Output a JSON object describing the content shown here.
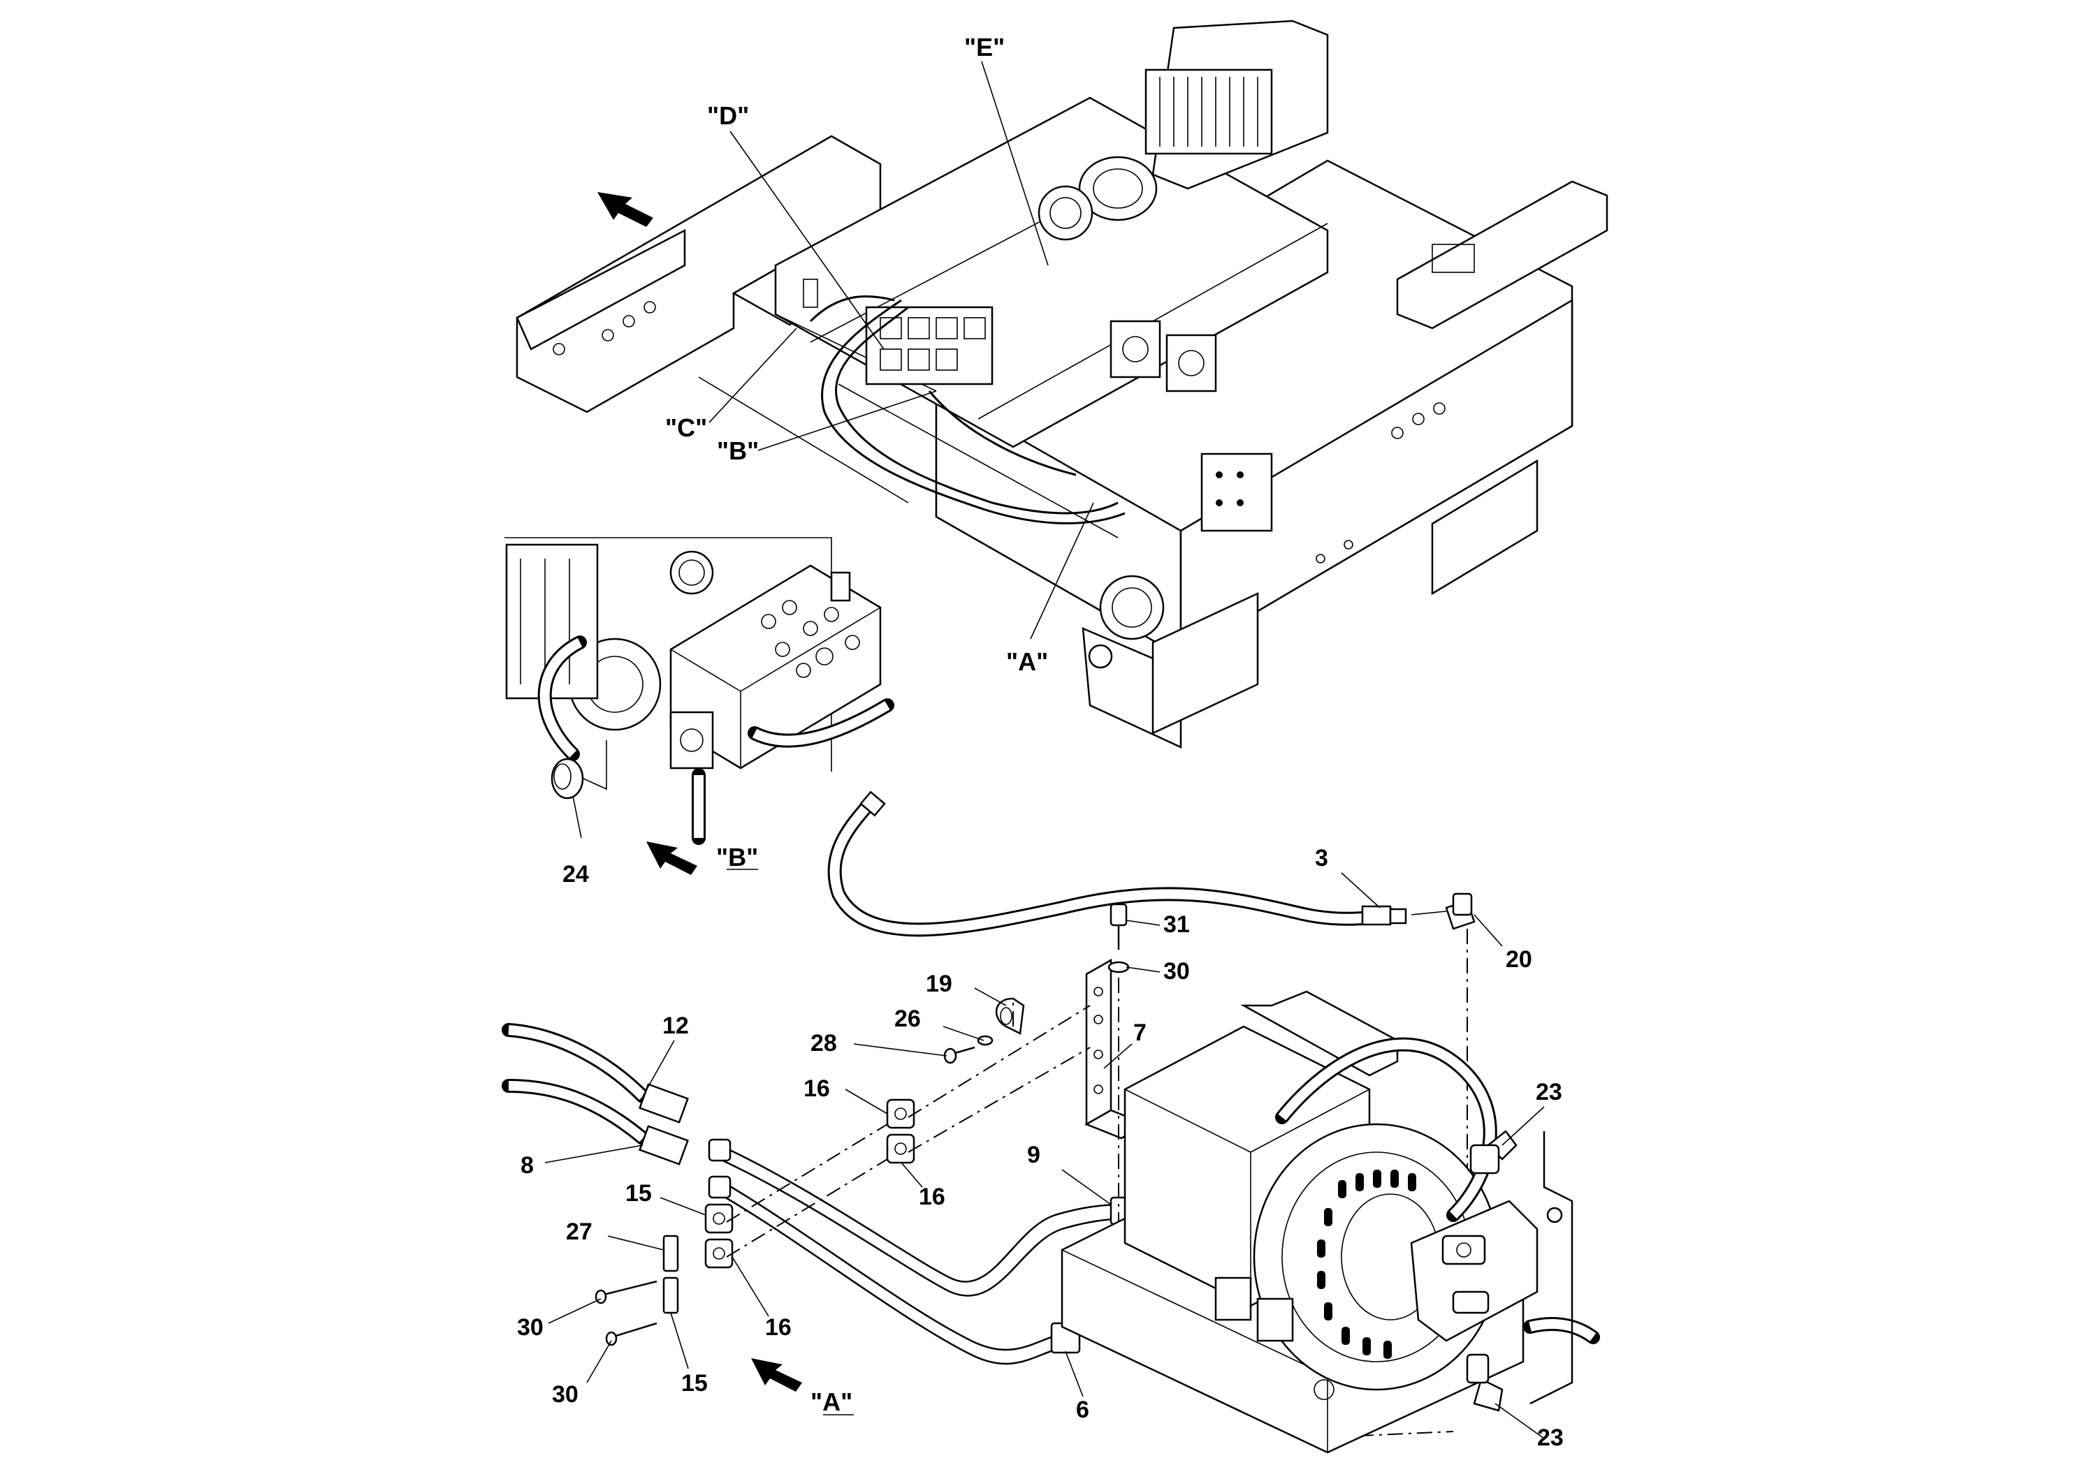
{
  "views": {
    "main": {
      "A": "\"A\"",
      "B": "\"B\"",
      "C": "\"C\"",
      "D": "\"D\"",
      "E": "\"E\""
    },
    "detail_b_label": "\"B\"",
    "detail_a_label": "\"A\""
  },
  "callouts": {
    "c24": "24",
    "c3": "3",
    "c31": "31",
    "c20": "20",
    "c30a": "30",
    "c19": "19",
    "c26": "26",
    "c7": "7",
    "c28": "28",
    "c12": "12",
    "c16a": "16",
    "c23a": "23",
    "c9": "9",
    "c8": "8",
    "c16b": "16",
    "c15a": "15",
    "c27": "27",
    "c16c": "16",
    "c30b": "30",
    "c30c": "30",
    "c15b": "15",
    "c6": "6",
    "c23b": "23"
  },
  "icons": [
    "direction-arrow-icon"
  ]
}
